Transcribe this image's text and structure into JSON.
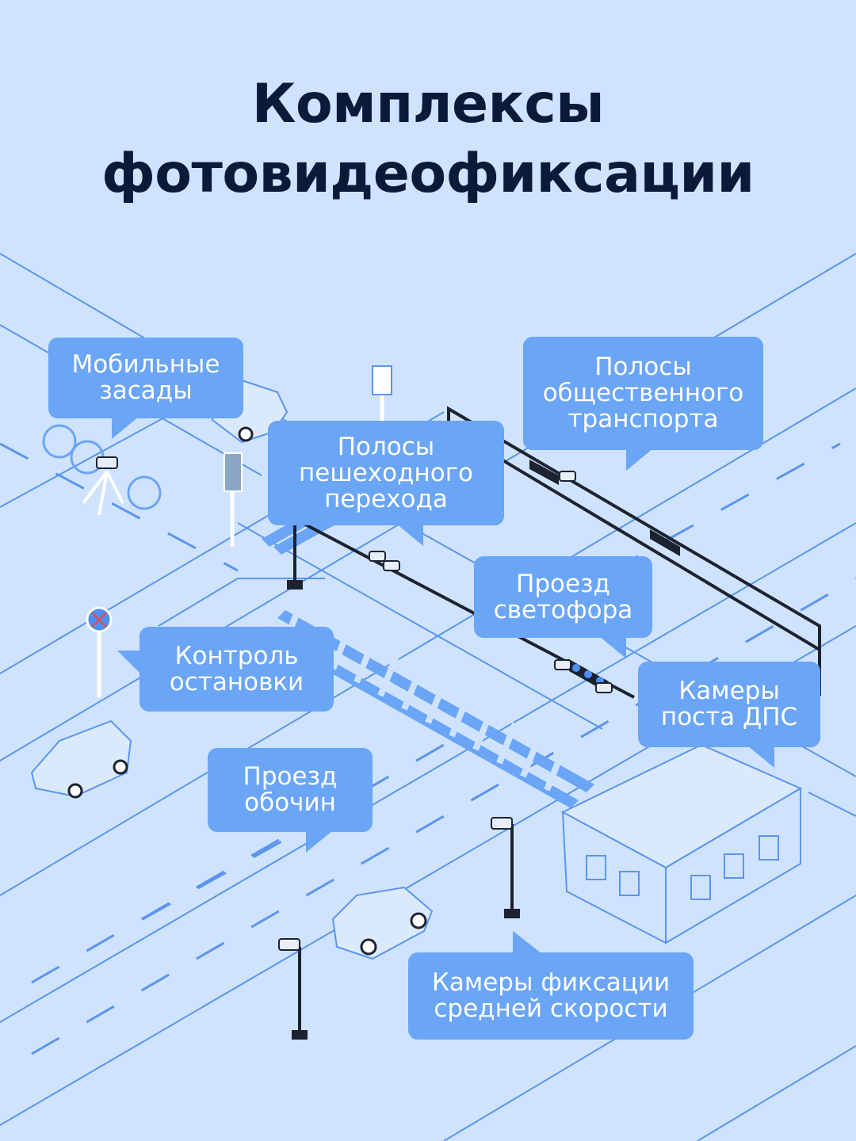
{
  "title": {
    "line1": "Комплексы",
    "line2": "фотовидеофиксации"
  },
  "labels": {
    "mobile": [
      "Мобильные",
      "засады"
    ],
    "pedestrian": [
      "Полосы",
      "пешеходного",
      "перехода"
    ],
    "public_transport": [
      "Полосы",
      "общественного",
      "транспорта"
    ],
    "traffic_light": [
      "Проезд",
      "светофора"
    ],
    "stop_control": [
      "Контроль",
      "остановки"
    ],
    "dps_post": [
      "Камеры",
      "поста ДПС"
    ],
    "shoulder": [
      "Проезд",
      "обочин"
    ],
    "avg_speed": [
      "Камеры фиксации",
      "средней скорости"
    ]
  },
  "colors": {
    "background": "#cfe3fe",
    "bubble": "#6aa5f6",
    "title": "#0c1a3a",
    "line": "#5b95ee",
    "pole": "#1c2230"
  },
  "icons": {
    "pedestrian_sign": "pedestrian-crossing-sign-icon",
    "no_stopping_sign": "no-stopping-sign-icon",
    "camera": "camera-icon"
  }
}
